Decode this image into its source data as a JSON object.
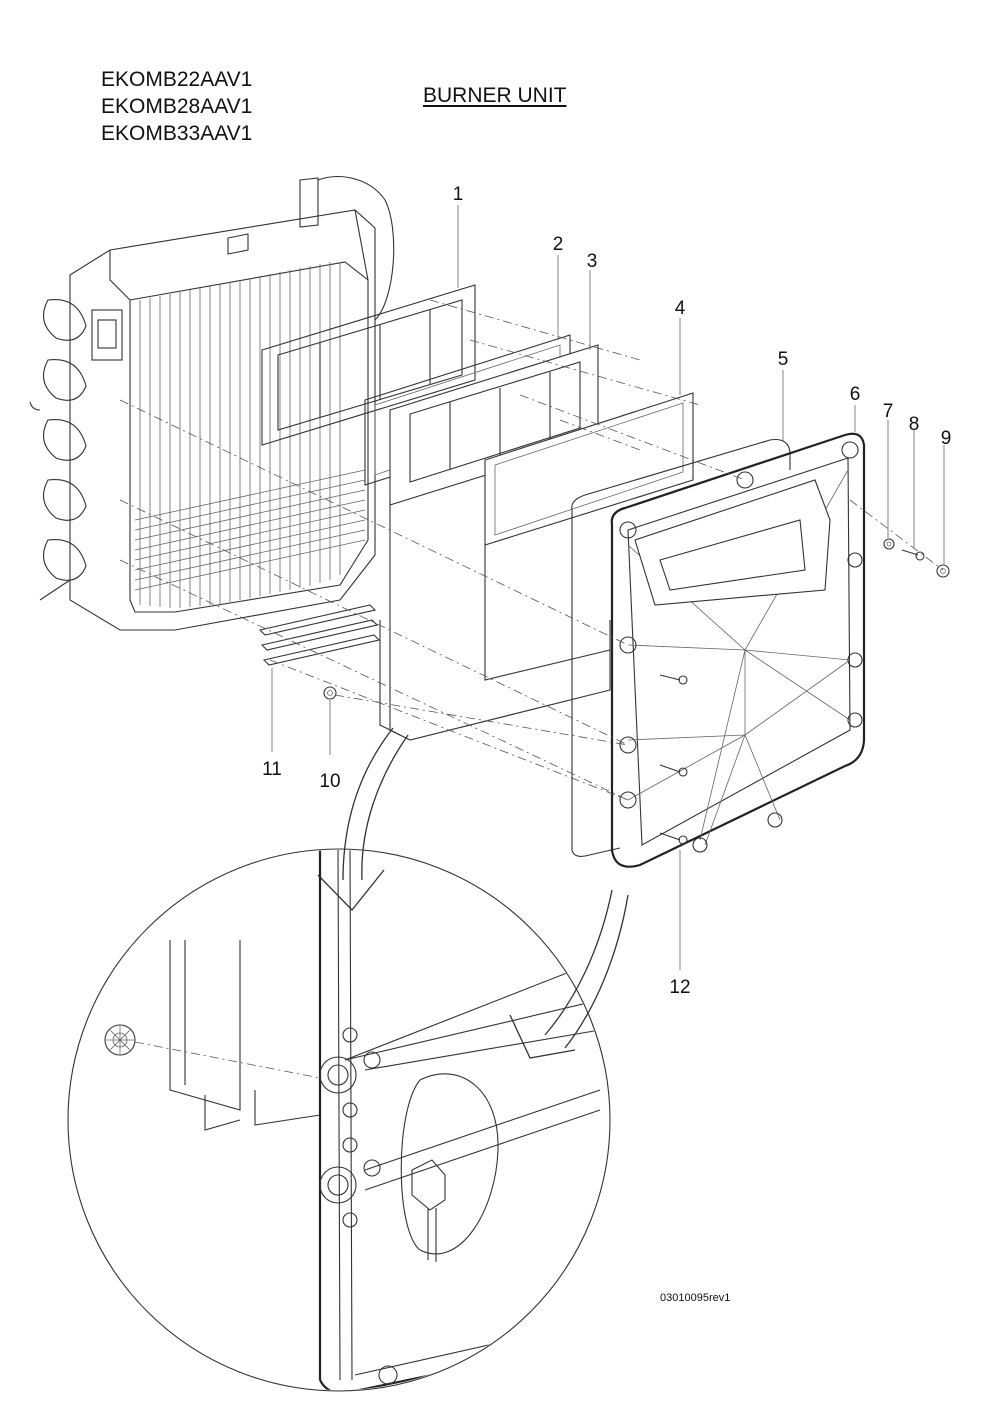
{
  "header": {
    "models": [
      "EKOMB22AAV1",
      "EKOMB28AAV1",
      "EKOMB33AAV1"
    ],
    "title": "BURNER UNIT"
  },
  "callouts": [
    "1",
    "2",
    "3",
    "4",
    "5",
    "6",
    "7",
    "8",
    "9",
    "10",
    "11",
    "12"
  ],
  "footer": {
    "doc_ref": "03010095rev1"
  }
}
